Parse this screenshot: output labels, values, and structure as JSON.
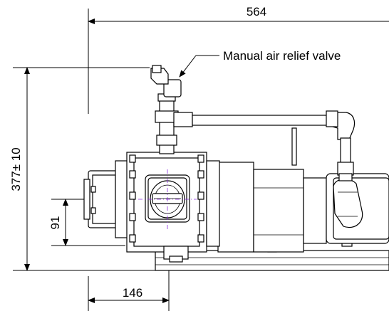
{
  "drawing": {
    "dimensions": {
      "overall_length": "564",
      "overall_height": "377± 10",
      "inlet_height": "91",
      "inlet_offset": "146"
    },
    "callouts": {
      "relief_valve": "Manual air relief valve"
    },
    "colors": {
      "lines": "#000000",
      "centerline": "#8a2be2",
      "background": "#ffffff"
    }
  }
}
